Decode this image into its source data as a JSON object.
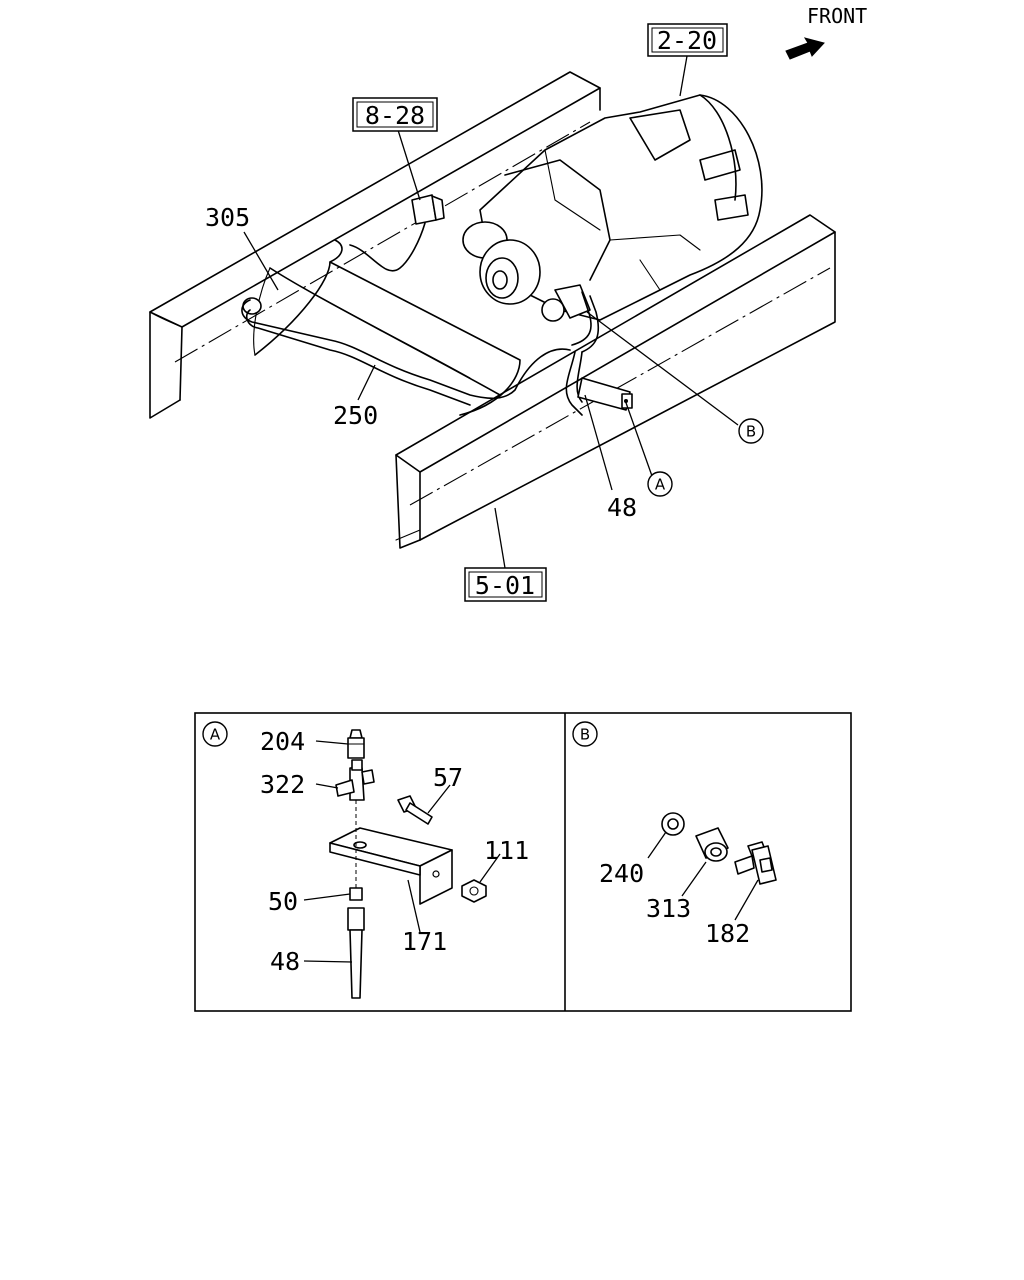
{
  "orientation": {
    "label": "FRONT",
    "icon": "front-arrow-icon"
  },
  "reference_boxes": [
    {
      "id": "ref-2-20",
      "text": "2-20"
    },
    {
      "id": "ref-8-28",
      "text": "8-28"
    },
    {
      "id": "ref-5-01",
      "text": "5-01"
    }
  ],
  "main_callouts": {
    "p305": "305",
    "p250": "250",
    "p48": "48",
    "A": "A",
    "B": "B"
  },
  "detail_a": {
    "letter": "A",
    "callouts": {
      "p204": "204",
      "p322": "322",
      "p57": "57",
      "p111": "111",
      "p50": "50",
      "p171": "171",
      "p48": "48"
    }
  },
  "detail_b": {
    "letter": "B",
    "callouts": {
      "p240": "240",
      "p313": "313",
      "p182": "182"
    }
  }
}
